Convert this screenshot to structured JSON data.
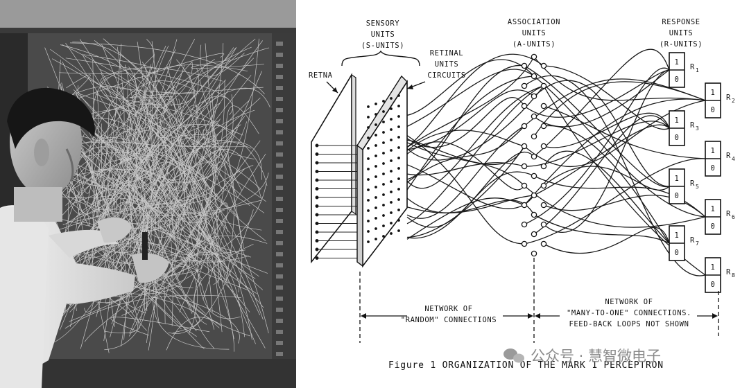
{
  "photo": {
    "subject": "technician-wiring-panel"
  },
  "diagram": {
    "labels": {
      "sensory": [
        "SENSORY",
        "UNITS",
        "(S-UNITS)"
      ],
      "retinal": [
        "RETINAL",
        "UNITS",
        "CIRCUITS"
      ],
      "retna": "RETNA",
      "association": [
        "ASSOCIATION",
        "UNITS",
        "(A-UNITS)"
      ],
      "response": [
        "RESPONSE",
        "UNITS",
        "(R-UNITS)"
      ]
    },
    "response_units": [
      {
        "name": "R",
        "sub": "1",
        "top": "1",
        "bottom": "0"
      },
      {
        "name": "R",
        "sub": "2",
        "top": "1",
        "bottom": "0"
      },
      {
        "name": "R",
        "sub": "3",
        "top": "1",
        "bottom": "0"
      },
      {
        "name": "R",
        "sub": "4",
        "top": "1",
        "bottom": "0"
      },
      {
        "name": "R",
        "sub": "5",
        "top": "1",
        "bottom": "0"
      },
      {
        "name": "R",
        "sub": "6",
        "top": "1",
        "bottom": "0"
      },
      {
        "name": "R",
        "sub": "7",
        "top": "1",
        "bottom": "0"
      },
      {
        "name": "R",
        "sub": "8",
        "top": "1",
        "bottom": "0"
      }
    ],
    "network_random": [
      "NETWORK OF",
      "\"RANDOM\" CONNECTIONS"
    ],
    "network_many": [
      "NETWORK OF",
      "\"MANY-TO-ONE\" CONNECTIONS.",
      "FEED-BACK LOOPS NOT SHOWN"
    ],
    "caption": "Figure 1   ORGANIZATION OF THE MARK 1 PERCEPTRON"
  },
  "watermark": {
    "icon": "wechat-icon",
    "text": "公众号 · 慧智微电子"
  }
}
